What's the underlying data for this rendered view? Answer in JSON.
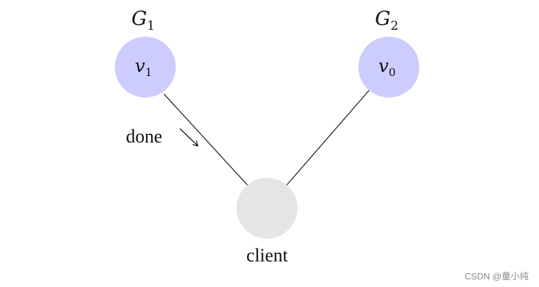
{
  "nodes": {
    "g1": {
      "group_label": "G",
      "group_subscript": "1",
      "node_label": "v",
      "node_subscript": "1",
      "fill": "#ccccff"
    },
    "g2": {
      "group_label": "G",
      "group_subscript": "2",
      "node_label": "v",
      "node_subscript": "0",
      "fill": "#ccccff"
    },
    "client": {
      "label": "client",
      "fill": "#e5e5e5"
    }
  },
  "edges": {
    "annotation": "done"
  },
  "colors": {
    "edge": "#222222",
    "text": "#111111"
  },
  "watermark": {
    "text": "CSDN @童小纯"
  }
}
